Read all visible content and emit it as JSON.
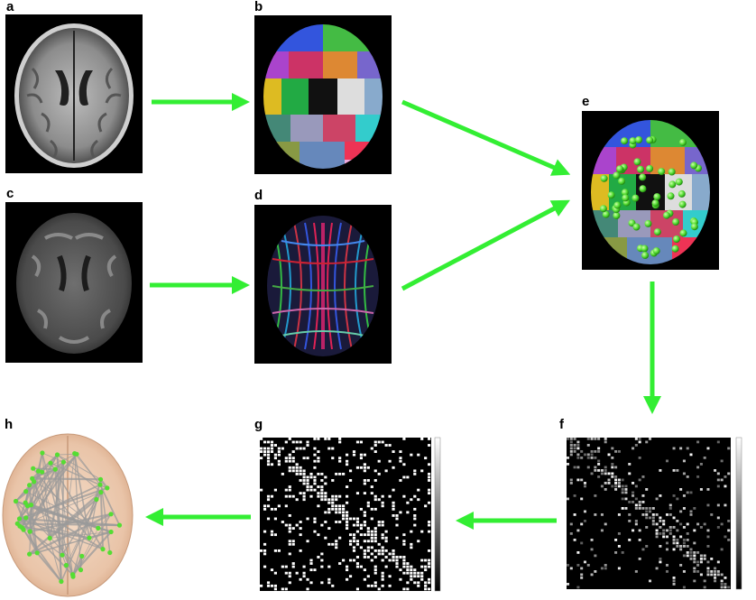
{
  "panels": {
    "a": {
      "label": "a",
      "image": "t1-weighted-mri-axial-slice"
    },
    "b": {
      "label": "b",
      "image": "brain-parcellation-atlas-color"
    },
    "c": {
      "label": "c",
      "image": "diffusion-weighted-mri-axial-slice"
    },
    "d": {
      "label": "d",
      "image": "fiber-tractography-rgb"
    },
    "e": {
      "label": "e",
      "image": "parcellation-with-node-spheres"
    },
    "f": {
      "label": "f",
      "image": "raw-connectivity-matrix"
    },
    "g": {
      "label": "g",
      "image": "binarized-connectivity-matrix"
    },
    "h": {
      "label": "h",
      "image": "brain-network-graph-3d"
    }
  },
  "colors": {
    "arrow": "#33ee33",
    "node": "#55dd33",
    "background": "#ffffff",
    "panel_bg": "#000000"
  }
}
